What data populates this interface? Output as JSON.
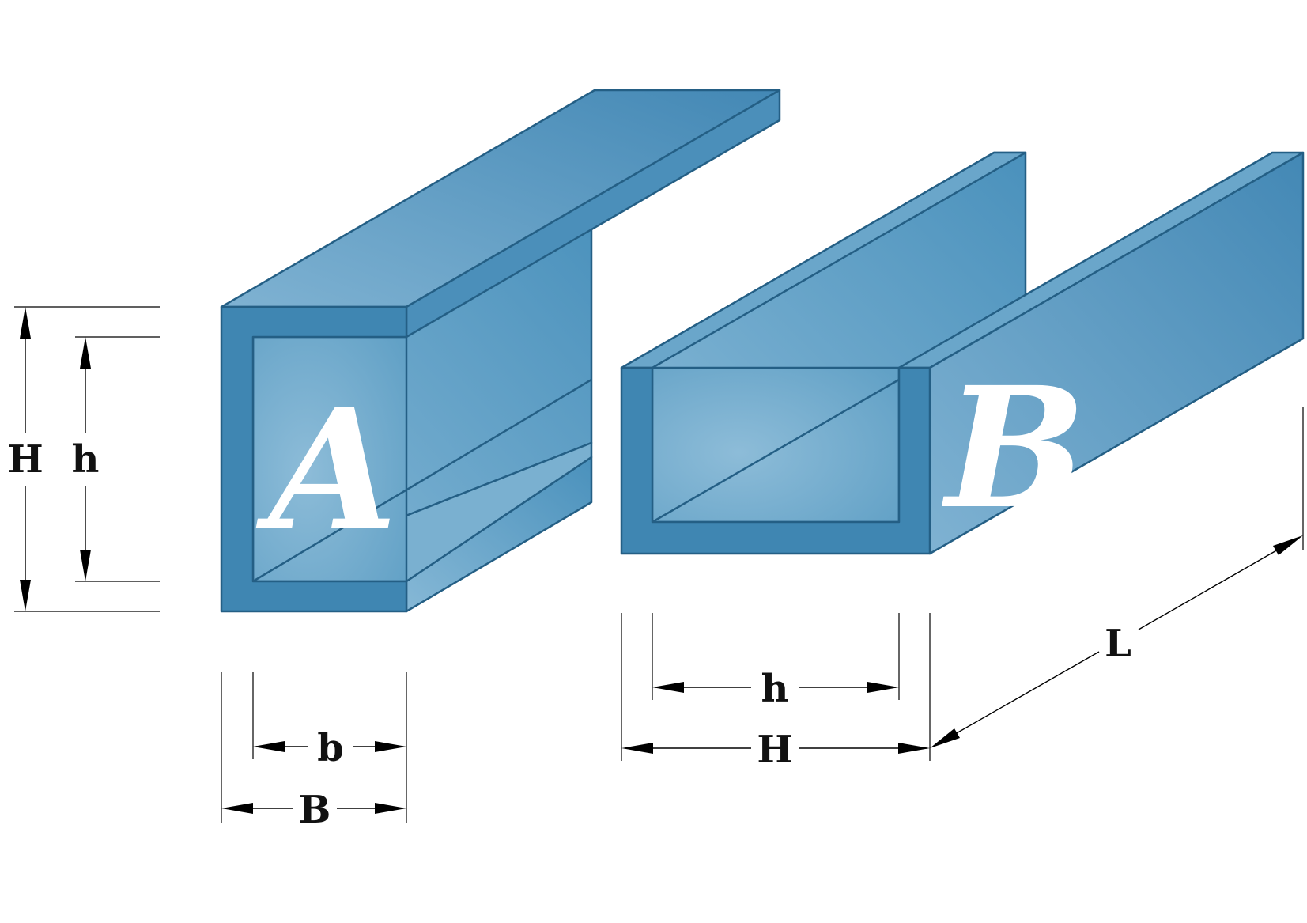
{
  "profiles": {
    "a": {
      "label": "A"
    },
    "b": {
      "label": "B"
    }
  },
  "dimensions": {
    "profile_a": {
      "outer_height": "H",
      "inner_height": "h",
      "inner_width": "b",
      "outer_width": "B"
    },
    "profile_b": {
      "inner_width": "h",
      "outer_width": "H",
      "length": "L"
    }
  },
  "colors": {
    "face_dark": "#3f86b2",
    "face_mid": "#5a9ec4",
    "face_light": "#86b8d6",
    "edge": "#245f85",
    "dimension_line": "#000000",
    "background": "#ffffff"
  }
}
